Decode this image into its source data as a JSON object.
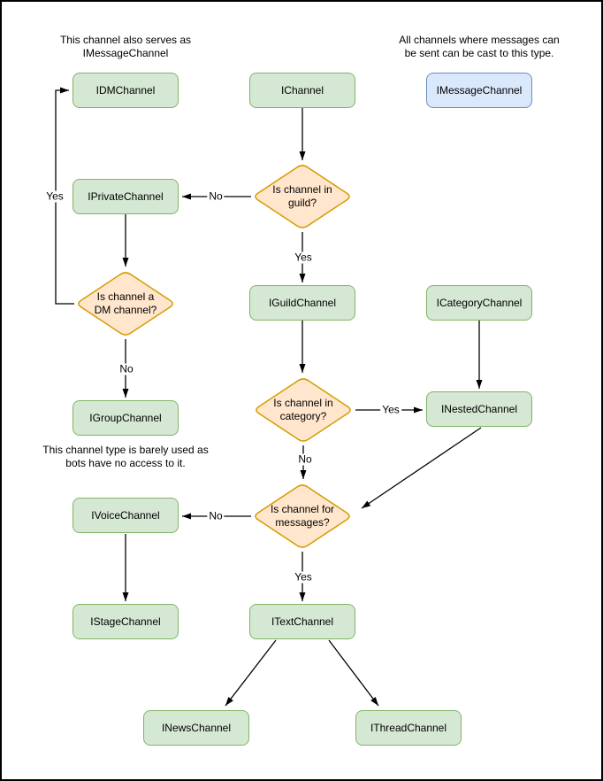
{
  "notes": {
    "dm": [
      "This channel also serves as",
      "IMessageChannel"
    ],
    "message": [
      "All channels where messages can",
      "be sent can be cast to this type."
    ],
    "group": [
      "This channel type is barely used as",
      "bots have no access to it."
    ]
  },
  "nodes": {
    "idm": "IDMChannel",
    "channel": "IChannel",
    "message": "IMessageChannel",
    "private": "IPrivateChannel",
    "guild": "IGuildChannel",
    "category": "ICategoryChannel",
    "group": "IGroupChannel",
    "nested": "INestedChannel",
    "voice": "IVoiceChannel",
    "stage": "IStageChannel",
    "text": "ITextChannel",
    "news": "INewsChannel",
    "thread": "IThreadChannel"
  },
  "decisions": {
    "in_guild": [
      "Is channel in",
      "guild?"
    ],
    "is_dm": [
      "Is channel a",
      "DM channel?"
    ],
    "in_category": [
      "Is channel in",
      "category?"
    ],
    "for_messages": [
      "Is channel for",
      "messages?"
    ]
  },
  "edge_labels": {
    "yes": "Yes",
    "no": "No"
  },
  "colors": {
    "node_fill": "#d5e8d4",
    "node_border": "#82b366",
    "message_fill": "#dae8fc",
    "message_border": "#6c8ebf",
    "decision_fill": "#ffe6cc",
    "decision_border": "#d79b00",
    "line": "#000000",
    "frame": "#000000"
  }
}
